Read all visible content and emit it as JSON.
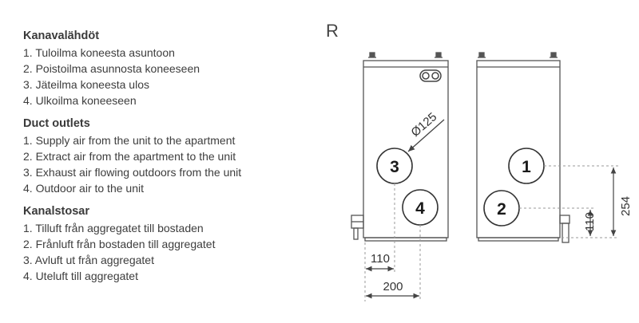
{
  "sections": [
    {
      "title": "Kanavalähdöt",
      "items": [
        "1. Tuloilma koneesta asuntoon",
        "2. Poistoilma asunnosta koneeseen",
        "3. Jäteilma koneesta ulos",
        "4. Ulkoilma koneeseen"
      ]
    },
    {
      "title": "Duct outlets",
      "items": [
        "1. Supply air from the unit to the apartment",
        "2. Extract air from the apartment to the unit",
        "3. Exhaust air flowing outdoors from the unit",
        "4. Outdoor air to the unit"
      ]
    },
    {
      "title": "Kanalstosar",
      "items": [
        "1. Tilluft från aggregatet till bostaden",
        "2. Frånluft från bostaden till aggregatet",
        "3. Avluft ut från aggregatet",
        "4. Uteluft till aggregatet"
      ]
    }
  ],
  "drawing": {
    "variant_label": "R",
    "outlets": {
      "one": "1",
      "two": "2",
      "three": "3",
      "four": "4"
    },
    "dimensions": {
      "diameter": "Ø125",
      "width_110": "110",
      "width_200": "200",
      "height_254": "254",
      "height_110": "110"
    }
  }
}
